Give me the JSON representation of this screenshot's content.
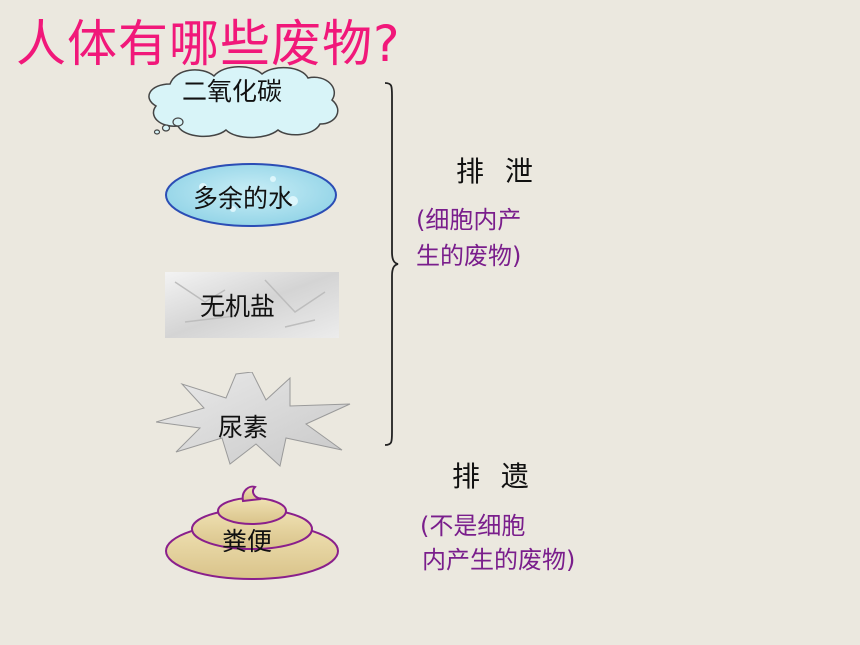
{
  "title": "人体有哪些废物?",
  "items": {
    "co2": "二氧化碳",
    "water": "多余的水",
    "salt": "无机盐",
    "urea": "尿素",
    "feces": "粪便"
  },
  "excretion": {
    "heading": "排 泄",
    "note_line1": "(细胞内产",
    "note_line2": " 生的废物)"
  },
  "egestion": {
    "heading": "排 遗",
    "note_line1": "(不是细胞",
    "note_line2": "内产生的废物)"
  },
  "colors": {
    "title": "#f1187a",
    "note": "#7a1e8c",
    "background": "#ebe8df"
  }
}
